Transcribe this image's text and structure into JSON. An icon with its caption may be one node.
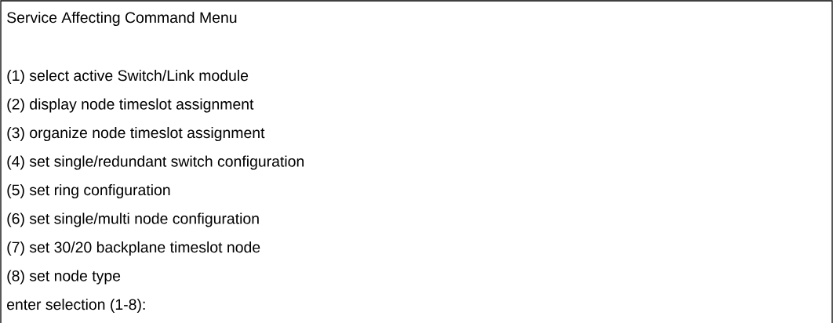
{
  "diagram": {
    "nodes": [
      {
        "text": [
          "Service Affecting Command Menu",
          "(1) select active Switch/Link module",
          "(2) display node timeslot assignment",
          "(3) organize node timeslot assignment",
          "(4) set single/redundant switch configuration",
          "(5) set ring configuration",
          "(6) set single/multi node configuration",
          "(7) set 30/20 backplane timeslot node",
          "(8) set node type",
          "enter selection (1-8):"
        ]
      }
    ]
  }
}
